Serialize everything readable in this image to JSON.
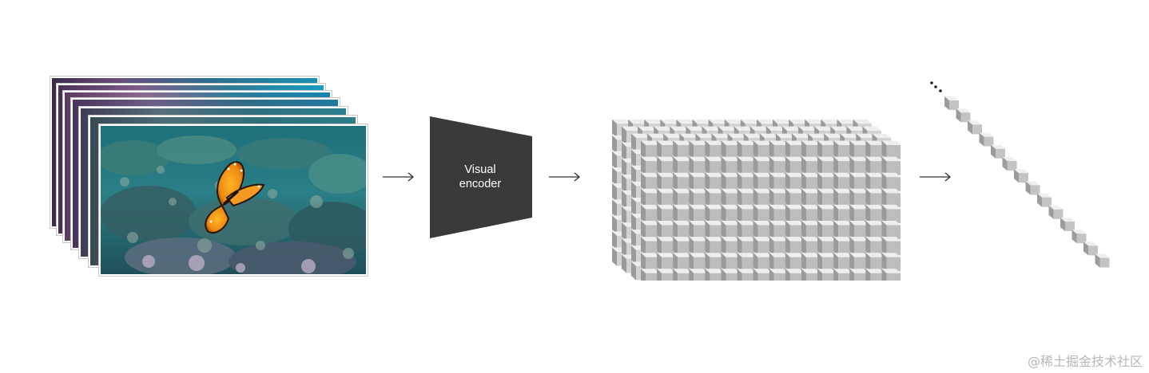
{
  "encoder": {
    "label": "Visual\nencoder",
    "fill": "#3a3a3a"
  },
  "video_frames": {
    "count": 7,
    "front_frame": "butterfly-over-coral-reef"
  },
  "feature_grid": {
    "rows": 9,
    "cols": 16,
    "depth": 4,
    "cube_color": "#bdbdbd"
  },
  "token_sequence": {
    "tokens": 14,
    "ellipsis": "…"
  },
  "arrows": [
    "arrow-right-icon",
    "arrow-right-icon",
    "arrow-right-icon"
  ],
  "watermark": "@稀土掘金技术社区"
}
